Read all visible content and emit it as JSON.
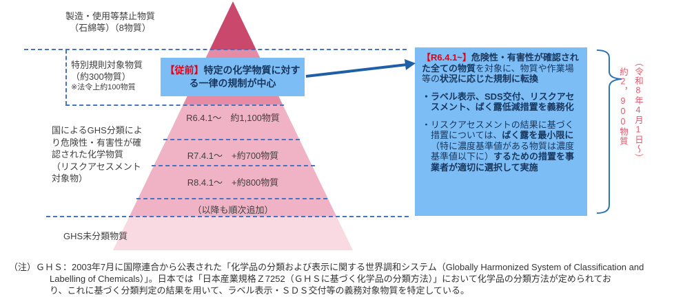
{
  "colors": {
    "tier1": "#c9486b",
    "tier2": "#e68ba4",
    "tier3": "#f0b2c5",
    "tier4": "#f9d9e2",
    "box_blue": "#7dbdf5",
    "arrow_blue": "#1f5fa8",
    "brace_blue": "#2e74b5",
    "dashed_blue": "#4472c4",
    "accent_red": "#e60012",
    "annotation_red": "#e4576b",
    "navy_text": "#17365d",
    "body_text": "#3f3f3f"
  },
  "pyramid": {
    "tier_labels": {
      "banned": {
        "lines": [
          "製造・使用等禁止物質",
          "（石綿等）（8物質）"
        ]
      },
      "special": {
        "lines": [
          "特別規則対象物質",
          "（約300物質）"
        ],
        "note": "※法令上約100物質"
      },
      "ghs_classified": {
        "lines": [
          "国によるGHS分類によ",
          "り危険性・有害性が確",
          "認された化学物質",
          "（リスクアセスメント",
          "対象物）"
        ]
      },
      "ghs_unclassified": {
        "lines": [
          "GHS未分類物質"
        ]
      }
    },
    "schedule_rows": [
      "R6.4.1～　約1,100物質",
      "R7.4.1～　+約700物質",
      "R8.4.1～　+約800物質",
      "（以降も順次追加）"
    ]
  },
  "before_box": {
    "runs": [
      {
        "t": "【従前】",
        "s": "rb"
      },
      {
        "t": "特定の化学物質に対す",
        "s": "b"
      },
      {
        "br": true
      },
      {
        "t": "る一律の規制が中心",
        "s": "b"
      }
    ]
  },
  "after_box": {
    "paragraphs": {
      "p0": [
        {
          "t": "【R6.4.1~】",
          "s": "rb"
        },
        {
          "t": "危険性・有害性が確認された全ての物質",
          "s": "b"
        },
        {
          "t": "を対象に、物質や作業場等の",
          "s": ""
        },
        {
          "t": "状況に応じた規制に転換",
          "s": "b"
        }
      ],
      "p1": [
        {
          "t": "・ラベル表示、SDS交付、リスクアセスメント、ばく露低減措置を義務化",
          "s": "b"
        }
      ],
      "p2": [
        {
          "t": "・リスクアセスメントの結果に基づく措置については、",
          "s": ""
        },
        {
          "t": "ばく露を最小限に",
          "s": "b"
        },
        {
          "t": "（特に濃度基準値がある物質は濃度基準値以下に）",
          "s": ""
        },
        {
          "t": "するための措置を事業者が適切に選択して実施",
          "s": "b"
        }
      ]
    }
  },
  "annotation": {
    "columns": [
      "（令和8年4月1日～）",
      "約2，900物質"
    ]
  },
  "note": {
    "lines": [
      "（注）ＧＨＳ：2003年7月に国際連合から公表された「化学品の分類および表示に関する世界調和システム（Globally Harmonized System of Classification and",
      "Labelling of Chemicals）」。日本では「日本産業規格Ｚ7252（ＧＨＳに基づく化学品の分類方法）」において化学品の分類方法が定められてお",
      "り、これに基づく分類判定の結果を用いて、ラベル表示・ＳＤＳ交付等の義務対象物質を特定している。"
    ]
  }
}
